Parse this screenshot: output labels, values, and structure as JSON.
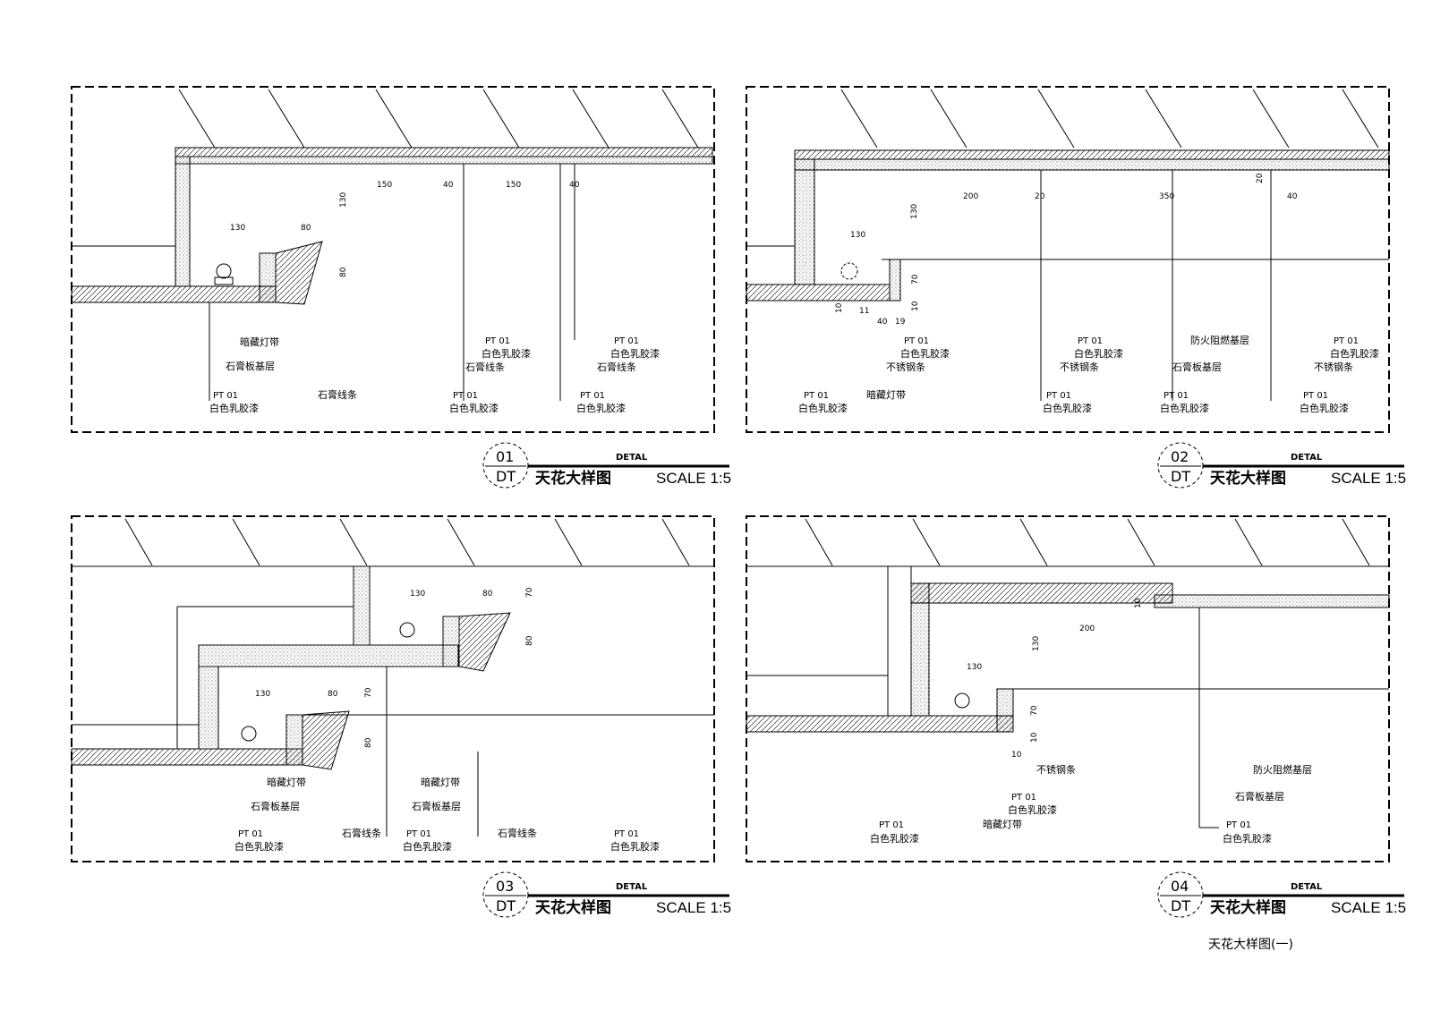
{
  "panels": [
    {
      "dims": {
        "d150a": "150",
        "d40a": "40",
        "d150b": "150",
        "d40b": "40",
        "d130v": "130",
        "d80v": "80",
        "d130h": "130",
        "d80h": "80"
      },
      "notes": [
        {
          "text": "暗藏灯带"
        },
        {
          "text": "石膏板基层"
        },
        {
          "tag": "PT 01",
          "text": "白色乳胶漆"
        },
        {
          "text": "石膏线条"
        },
        {
          "tag": "PT 01",
          "text": "白色乳胶漆"
        },
        {
          "text": "石膏线条"
        },
        {
          "tag": "PT 01",
          "text": "白色乳胶漆"
        },
        {
          "tag": "PT 01",
          "text": "白色乳胶漆"
        },
        {
          "text": "石膏线条"
        },
        {
          "tag": "PT 01",
          "text": "白色乳胶漆"
        }
      ],
      "title": {
        "number": "01",
        "code": "DT",
        "detal": "DETAL",
        "name": "天花大样图",
        "scale": "SCALE 1:5"
      }
    },
    {
      "dims": {
        "d200": "200",
        "d20a": "20",
        "d350": "350",
        "d20b": "20",
        "d40": "40",
        "d130v": "130",
        "d130h": "130",
        "d70": "70",
        "d10a": "10",
        "d10b": "10",
        "d11": "11",
        "d40b": "40",
        "d19": "19"
      },
      "notes": [
        {
          "tag": "PT 01",
          "text": "白色乳胶漆"
        },
        {
          "text": "暗藏灯带"
        },
        {
          "tag": "PT 01",
          "text": "白色乳胶漆"
        },
        {
          "text": "不锈钢条"
        },
        {
          "tag": "PT 01",
          "text": "白色乳胶漆"
        },
        {
          "text": "不锈钢条"
        },
        {
          "tag": "PT 01",
          "text": "白色乳胶漆"
        },
        {
          "text": "防火阻燃基层"
        },
        {
          "text": "石膏板基层"
        },
        {
          "tag": "PT 01",
          "text": "白色乳胶漆"
        },
        {
          "tag": "PT 01",
          "text": "白色乳胶漆"
        },
        {
          "text": "不锈钢条"
        },
        {
          "tag": "PT 01",
          "text": "白色乳胶漆"
        }
      ],
      "title": {
        "number": "02",
        "code": "DT",
        "detal": "DETAL",
        "name": "天花大样图",
        "scale": "SCALE 1:5"
      }
    },
    {
      "dims": {
        "d130a": "130",
        "d80a": "80",
        "d70a": "70",
        "d80v": "80",
        "d130b": "130",
        "d80b": "80",
        "d70b": "70",
        "d80c": "80"
      },
      "notes": [
        {
          "text": "暗藏灯带"
        },
        {
          "text": "石膏板基层"
        },
        {
          "tag": "PT 01",
          "text": "白色乳胶漆"
        },
        {
          "text": "石膏线条"
        },
        {
          "tag": "PT 01",
          "text": "白色乳胶漆"
        },
        {
          "text": "暗藏灯带"
        },
        {
          "text": "石膏板基层"
        },
        {
          "text": "石膏线条"
        },
        {
          "tag": "PT 01",
          "text": "白色乳胶漆"
        }
      ],
      "title": {
        "number": "03",
        "code": "DT",
        "detal": "DETAL",
        "name": "天花大样图",
        "scale": "SCALE 1:5"
      }
    },
    {
      "dims": {
        "d200": "200",
        "d130v": "130",
        "d130h": "130",
        "d70": "70",
        "d10a": "10",
        "d10b": "10",
        "d10c": "10"
      },
      "notes": [
        {
          "tag": "PT 01",
          "text": "白色乳胶漆"
        },
        {
          "text": "暗藏灯带"
        },
        {
          "text": "不锈钢条"
        },
        {
          "tag": "PT 01",
          "text": "白色乳胶漆"
        },
        {
          "text": "防火阻燃基层"
        },
        {
          "text": "石膏板基层"
        },
        {
          "tag": "PT 01",
          "text": "白色乳胶漆"
        }
      ],
      "title": {
        "number": "04",
        "code": "DT",
        "detal": "DETAL",
        "name": "天花大样图",
        "scale": "SCALE 1:5"
      },
      "caption": "天花大样图(一)"
    }
  ]
}
